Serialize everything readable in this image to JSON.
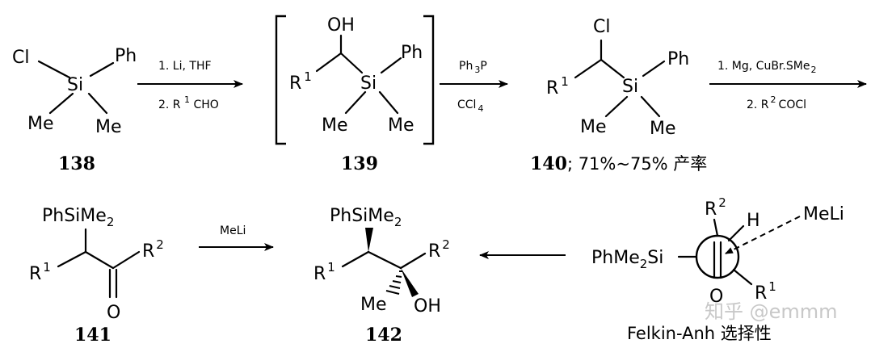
{
  "compounds": {
    "c138": {
      "atom_cl": "Cl",
      "atom_ph": "Ph",
      "atom_si": "Si",
      "atom_me1": "Me",
      "atom_me2": "Me",
      "number": "138"
    },
    "c139": {
      "atom_oh": "OH",
      "atom_r": "R",
      "atom_r_sup": "1",
      "atom_si": "Si",
      "atom_ph": "Ph",
      "atom_me1": "Me",
      "atom_me2": "Me",
      "number": "139"
    },
    "c140": {
      "atom_cl": "Cl",
      "atom_r": "R",
      "atom_r_sup": "1",
      "atom_si": "Si",
      "atom_ph": "Ph",
      "atom_me1": "Me",
      "atom_me2": "Me",
      "number": "140",
      "yield": "; 71%~75% 产率"
    },
    "c141": {
      "group_silyl": "PhSiMe",
      "group_silyl_sub": "2",
      "atom_r1": "R",
      "atom_r1_sup": "1",
      "atom_r2": "R",
      "atom_r2_sup": "2",
      "atom_o": "O",
      "number": "141"
    },
    "c142": {
      "group_silyl": "PhSiMe",
      "group_silyl_sub": "2",
      "atom_r1": "R",
      "atom_r1_sup": "1",
      "atom_r2": "R",
      "atom_r2_sup": "2",
      "atom_me": "Me",
      "atom_oh": "OH",
      "number": "142"
    },
    "felkin": {
      "group_silyl": "PhMe",
      "group_silyl_sub": "2",
      "group_silyl_tail": "Si",
      "atom_r2": "R",
      "atom_r2_sup": "2",
      "atom_h": "H",
      "reagent": "MeLi",
      "atom_o": "O",
      "atom_r1": "R",
      "atom_r1_sup": "1",
      "caption": "Felkin-Anh 选择性"
    }
  },
  "reactions": {
    "step1": {
      "top": "1. Li, THF",
      "bottom_pre": "2. R",
      "bottom_sup": "1",
      "bottom_post": "CHO"
    },
    "step2": {
      "top_pre": "Ph",
      "top_sub": "3",
      "top_post": "P",
      "bottom_pre": "CCl",
      "bottom_sub": "4"
    },
    "step3": {
      "top_pre": "1. Mg, CuBr.SMe",
      "top_sub": "2",
      "bottom_pre": "2. R",
      "bottom_sup": "2",
      "bottom_post": "COCl"
    },
    "step4": {
      "top": "MeLi"
    }
  },
  "watermark": "知乎 @emmm"
}
